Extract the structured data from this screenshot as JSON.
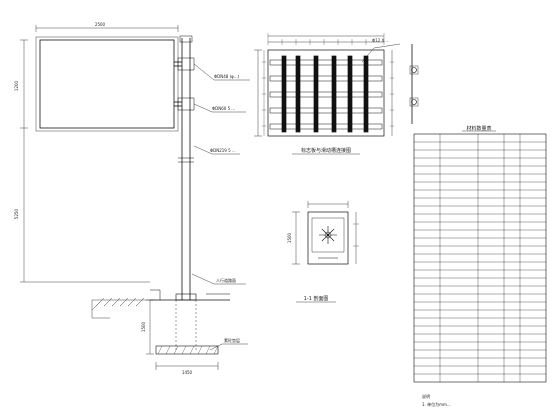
{
  "elevation": {
    "dim_board_width": "2500",
    "dim_board_height": "1200",
    "dim_total_height": "5250",
    "dim_foundation_depth": "1500",
    "dim_foundation_width": "1450",
    "callout_bracket": "ΦDN48 (φ...)",
    "callout_ring": "ΦDN60 5 ...",
    "callout_pole": "ΦDN219 5 ...",
    "callout_ground": "人行道路面",
    "callout_base": "素砼垫层"
  },
  "detail": {
    "title": "标志板与滑动槽连接图",
    "callout": "Φ12 X..."
  },
  "section": {
    "title": "1-1 剖面图",
    "dim_side": "1500"
  },
  "table": {
    "title": "材料数量表",
    "row_count": 31
  },
  "notes": {
    "heading": "说明",
    "item_1": "1. 单位为mm..."
  }
}
